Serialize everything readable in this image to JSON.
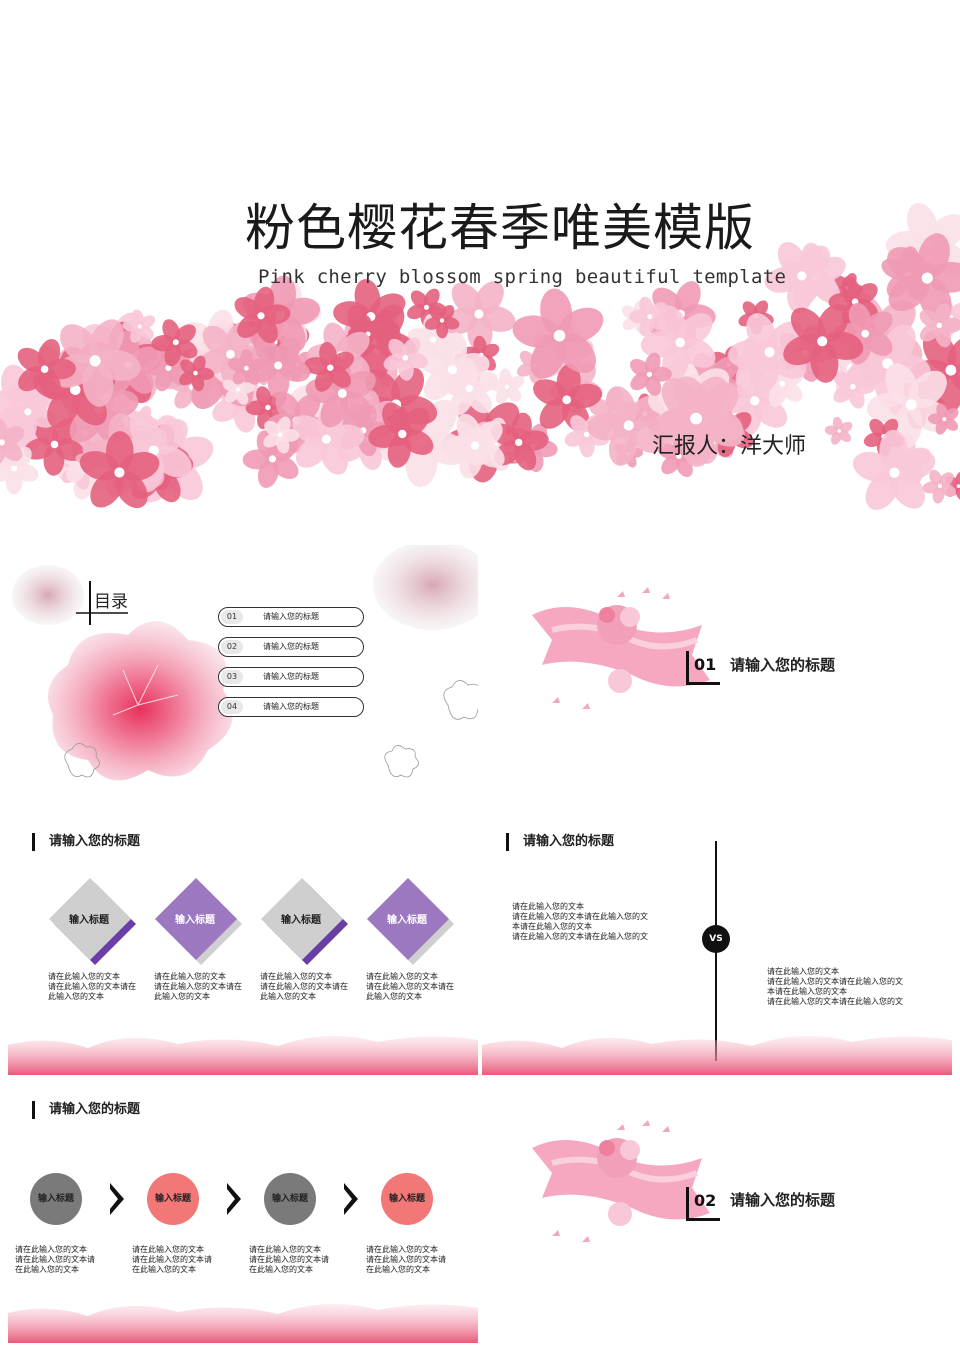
{
  "cover": {
    "title": "粉色樱花春季唯美模版",
    "subtitle": "Pink cherry blossom spring beautiful template",
    "reporter": "汇报人：洋大师"
  },
  "toc": {
    "title": "目录",
    "items": [
      {
        "num": "01",
        "label": "请输入您的标题"
      },
      {
        "num": "02",
        "label": "请输入您的标题"
      },
      {
        "num": "03",
        "label": "请输入您的标题"
      },
      {
        "num": "04",
        "label": "请输入您的标题"
      }
    ]
  },
  "section1": {
    "num": "01",
    "title": "请输入您的标题"
  },
  "section2": {
    "num": "02",
    "title": "请输入您的标题"
  },
  "diamonds_slide": {
    "title": "请输入您的标题",
    "items": [
      {
        "label": "输入标题",
        "text": "请在此输入您的文本\n请在此输入您的文本请在\n此输入您的文本"
      },
      {
        "label": "输入标题",
        "text": "请在此输入您的文本\n请在此输入您的文本请在\n此输入您的文本"
      },
      {
        "label": "输入标题",
        "text": "请在此输入您的文本\n请在此输入您的文本请在\n此输入您的文本"
      },
      {
        "label": "输入标题",
        "text": "请在此输入您的文本\n请在此输入您的文本请在\n此输入您的文本"
      }
    ]
  },
  "vs_slide": {
    "title": "请输入您的标题",
    "vs": "VS",
    "left_text": "请在此输入您的文本\n请在此输入您的文本请在此输入您的文\n本请在此输入您的文本\n请在此输入您的文本请在此输入您的文",
    "right_text": "请在此输入您的文本\n请在此输入您的文本请在此输入您的文\n本请在此输入您的文本\n请在此输入您的文本请在此输入您的文"
  },
  "circles_slide": {
    "title": "请输入您的标题",
    "items": [
      {
        "label": "输入标题",
        "text": "请在此输入您的文本\n请在此输入您的文本请\n在此输入您的文本"
      },
      {
        "label": "输入标题",
        "text": "请在此输入您的文本\n请在此输入您的文本请\n在此输入您的文本"
      },
      {
        "label": "输入标题",
        "text": "请在此输入您的文本\n请在此输入您的文本请\n在此输入您的文本"
      },
      {
        "label": "输入标题",
        "text": "请在此输入您的文本\n请在此输入您的文本请\n在此输入您的文本"
      }
    ]
  },
  "colors": {
    "pink_light": "#f8c8d8",
    "pink_mid": "#f09ab4",
    "pink_deep": "#e4607e",
    "purple": "#9b78c0",
    "purple_dark": "#6a3ea8",
    "gray": "#cfcfcf",
    "gray_dark": "#7a7a7a",
    "coral": "#f27777"
  }
}
